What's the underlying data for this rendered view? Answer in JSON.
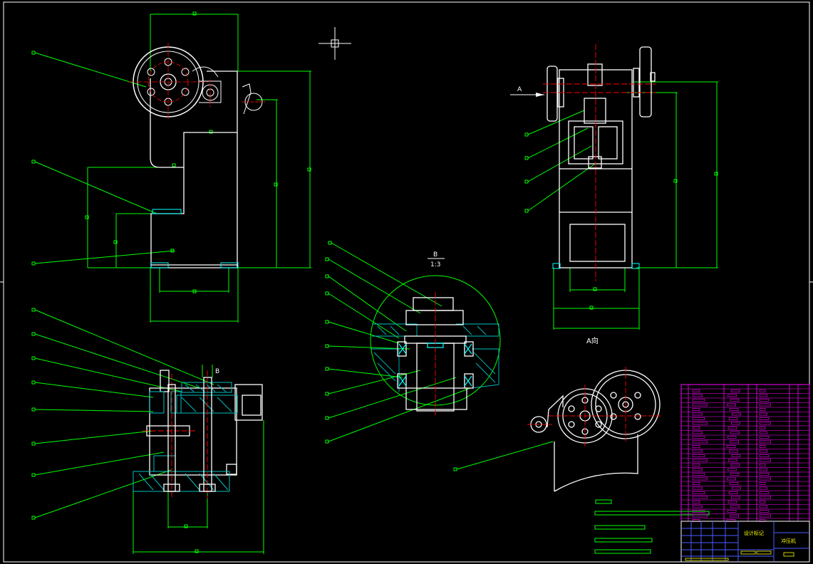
{
  "colors": {
    "background": "#000000",
    "outline": "#ffffff",
    "dimension": "#00ff00",
    "centerline": "#ff0000",
    "section": "#00ffff",
    "hatch": "#00bfbf",
    "table_magenta": "#ff00ff",
    "table_blue": "#4a5cff",
    "title_text": "#ffff00"
  },
  "labels": {
    "section_view_letter": "A",
    "detail_view_letter": "B",
    "detail_scale": "1:3",
    "direction_view": "A向",
    "detail_callout": "B"
  },
  "title_block": {
    "title": "冲压机",
    "subtitle": "设计标记"
  },
  "icons": {
    "ucs_crosshair": "crosshair-icon"
  }
}
